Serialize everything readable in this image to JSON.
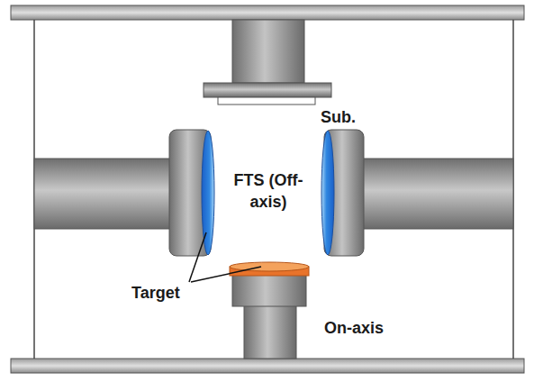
{
  "diagram": {
    "labels": [
      "Sub.",
      "FTS (Off-axis)",
      "Target",
      "On-axis"
    ]
  }
}
